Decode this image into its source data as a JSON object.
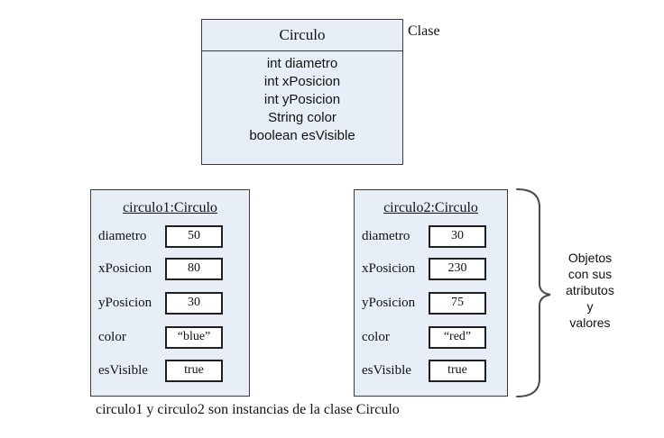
{
  "class_box": {
    "title": "Circulo",
    "attributes": [
      "int diametro",
      "int xPosicion",
      "int yPosicion",
      "String color",
      "boolean esVisible"
    ],
    "side_label": "Clase"
  },
  "objects": [
    {
      "title": "circulo1:Circulo",
      "fields": [
        {
          "label": "diametro",
          "value": "50"
        },
        {
          "label": "xPosicion",
          "value": "80"
        },
        {
          "label": "yPosicion",
          "value": "30"
        },
        {
          "label": "color",
          "value": "“blue”"
        },
        {
          "label": "esVisible",
          "value": "true"
        }
      ]
    },
    {
      "title": "circulo2:Circulo",
      "fields": [
        {
          "label": "diametro",
          "value": "30"
        },
        {
          "label": "xPosicion",
          "value": "230"
        },
        {
          "label": "yPosicion",
          "value": "75"
        },
        {
          "label": "color",
          "value": "“red”"
        },
        {
          "label": "esVisible",
          "value": "true"
        }
      ]
    }
  ],
  "annotations": {
    "brace_label": "Objetos\ncon sus\natributos\ny\nvalores",
    "caption": "circulo1 y circulo2 son instancias de la clase Circulo"
  },
  "colors": {
    "box_fill": "#e8eef8",
    "box_border": "#3a3a3a",
    "value_box_fill": "#ffffff",
    "value_box_border": "#1f1f1f",
    "background": "#ffffff"
  }
}
